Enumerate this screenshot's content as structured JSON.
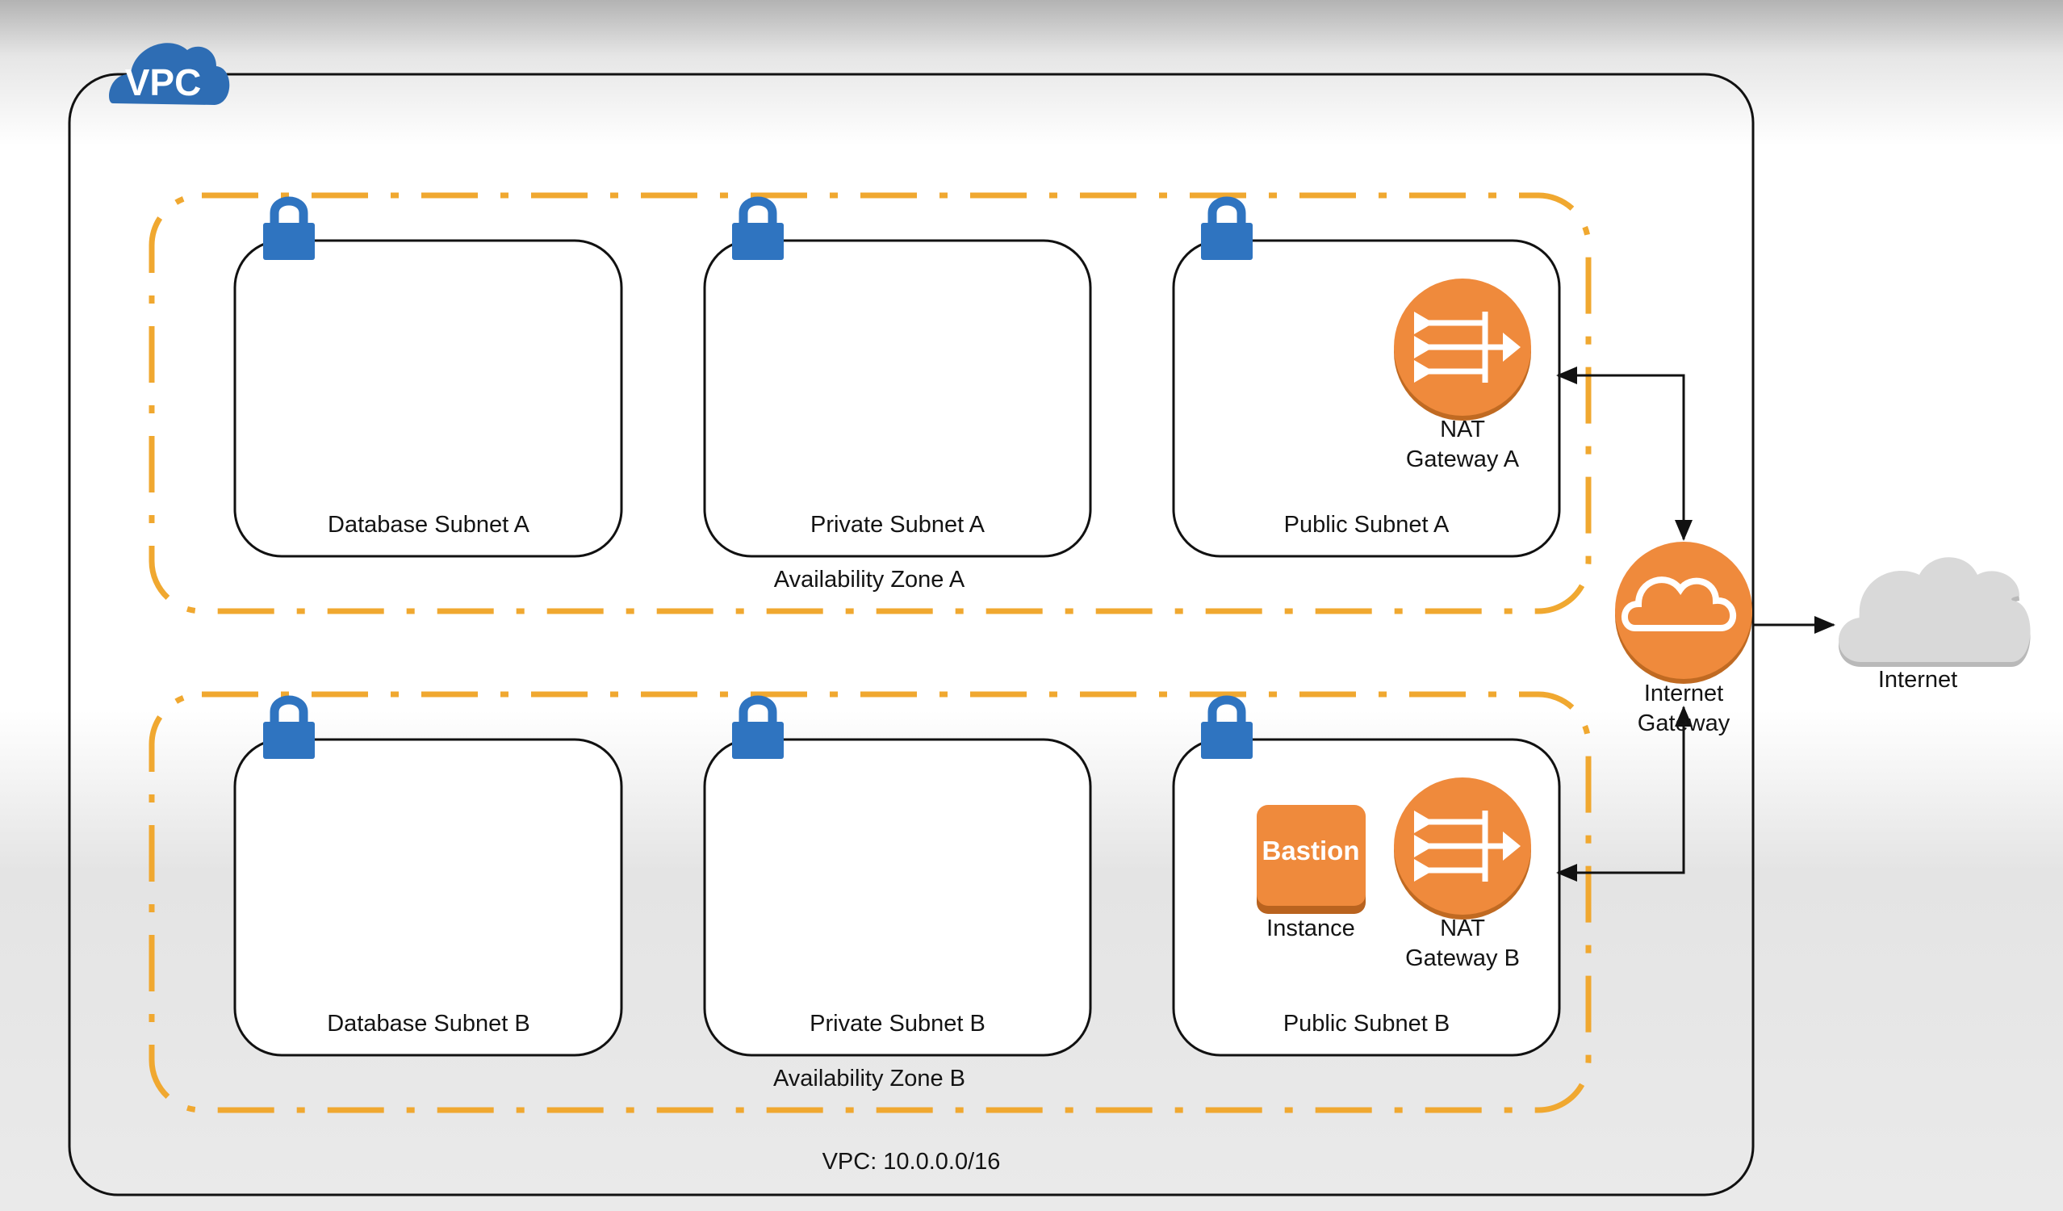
{
  "vpc": {
    "badge": "VPC",
    "cidr_label": "VPC: 10.0.0.0/16"
  },
  "zones": [
    {
      "label": "Availability Zone A",
      "subnets": [
        {
          "label": "Database Subnet A"
        },
        {
          "label": "Private Subnet A"
        },
        {
          "label": "Public Subnet A"
        }
      ],
      "nat": {
        "line1": "NAT",
        "line2": "Gateway A"
      }
    },
    {
      "label": "Availability Zone B",
      "subnets": [
        {
          "label": "Database Subnet B"
        },
        {
          "label": "Private Subnet B"
        },
        {
          "label": "Public Subnet B"
        }
      ],
      "nat": {
        "line1": "NAT",
        "line2": "Gateway B"
      },
      "bastion": {
        "icon_text": "Bastion",
        "label": "Instance"
      }
    }
  ],
  "internet_gateway": {
    "line1": "Internet",
    "line2": "Gateway"
  },
  "internet": {
    "label": "Internet"
  },
  "colors": {
    "zone_border": "#f0a830",
    "lock": "#2f74c0",
    "aws_orange": "#ef8a3c",
    "vpc_blue": "#2e6db4",
    "cloud_grey": "#d6d6d6"
  }
}
